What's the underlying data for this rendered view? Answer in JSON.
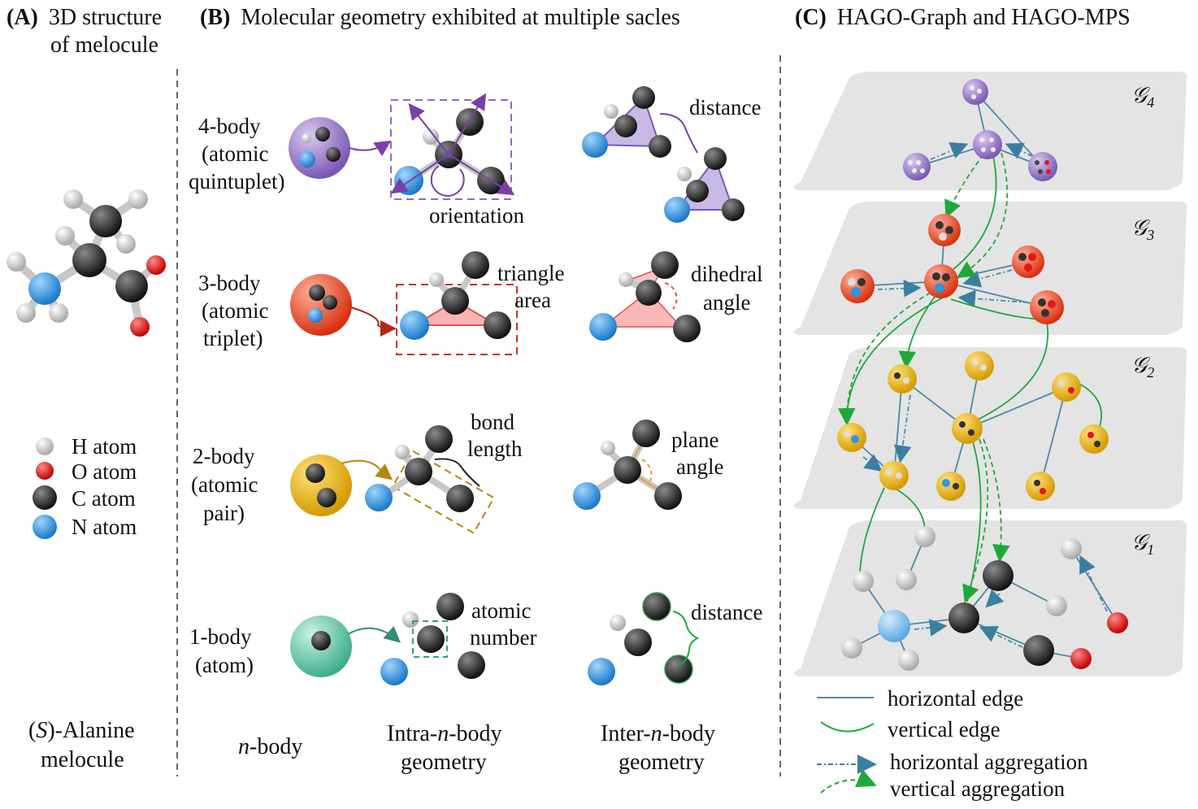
{
  "colors": {
    "H": "#d8d8d8",
    "O": "#e01818",
    "C": "#2b2b2b",
    "N": "#2f95df",
    "four_body": "#8a6bbf",
    "three_body": "#e2401f",
    "two_body": "#e2ad14",
    "one_body": "#5cc6a8",
    "horizontal_edge": "#4a8aa6",
    "vertical_edge": "#2db84c",
    "plane": "#e4e4e4"
  },
  "panel_a": {
    "tag": "(A)",
    "title_line1": "3D structure",
    "title_line2": "of melocule",
    "legend": [
      "H atom",
      "O atom",
      "C atom",
      "N atom"
    ],
    "footer_s": "S",
    "footer_rest": ")-Alanine",
    "footer_open": "(",
    "footer_line2": "melocule"
  },
  "panel_b": {
    "tag": "(B)",
    "title": "Molecular geometry exhibited at multiple sacles",
    "rows": [
      {
        "line1": "4-body",
        "line2": "(atomic",
        "line3": "quintuplet)",
        "intra": [
          "orientation"
        ],
        "inter": [
          "distance"
        ]
      },
      {
        "line1": "3-body",
        "line2": "(atomic",
        "line3": "triplet)",
        "intra": [
          "triangle",
          "area"
        ],
        "inter": [
          "dihedral",
          "angle"
        ]
      },
      {
        "line1": "2-body",
        "line2": "(atomic",
        "line3": "pair)",
        "intra": [
          "bond",
          "length"
        ],
        "inter": [
          "plane",
          "angle"
        ]
      },
      {
        "line1": "1-body",
        "line2": "(atom)",
        "line3": "",
        "intra": [
          "atomic",
          "number"
        ],
        "inter": [
          "distance"
        ]
      }
    ],
    "col_nbody_n": "n",
    "col_nbody_rest": "-body",
    "col_intra_pre": "Intra-",
    "col_intra_n": "n",
    "col_intra_post": "-body",
    "col_inter_pre": "Inter-",
    "col_inter_n": "n",
    "col_inter_post": "-body",
    "col_geometry": "geometry"
  },
  "panel_c": {
    "tag": "(C)",
    "title": "HAGO-Graph and HAGO-MPS",
    "levels": [
      {
        "sym": "𝒢",
        "sub": "4"
      },
      {
        "sym": "𝒢",
        "sub": "3"
      },
      {
        "sym": "𝒢",
        "sub": "2"
      },
      {
        "sym": "𝒢",
        "sub": "1"
      }
    ],
    "legend": [
      "horizontal edge",
      "vertical edge",
      "horizontal aggregation",
      "vertical aggregation"
    ]
  }
}
